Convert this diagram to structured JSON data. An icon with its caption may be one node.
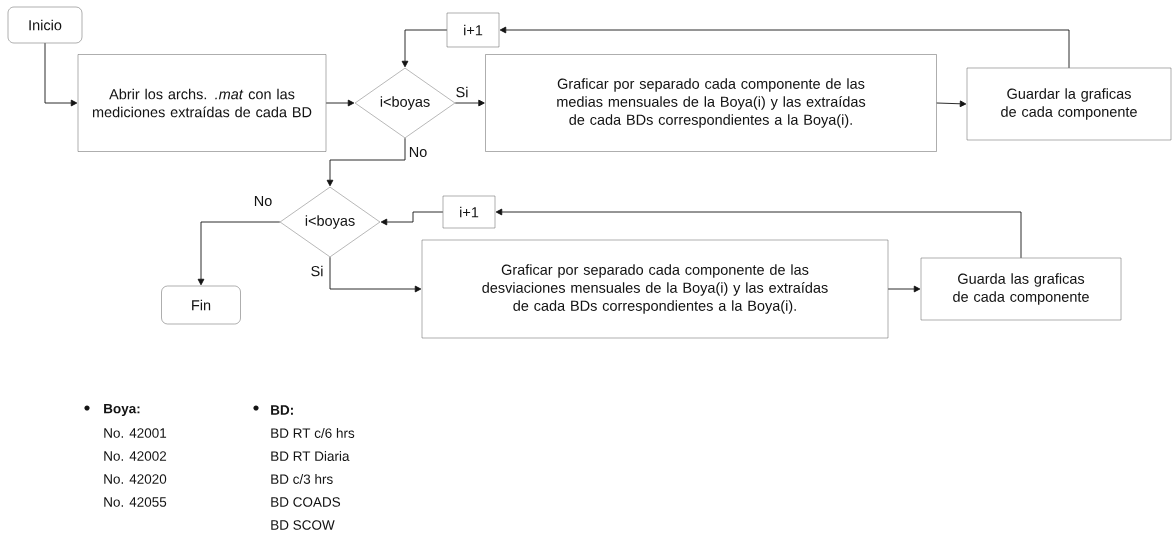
{
  "diagram": {
    "nodes": [
      {
        "text": [
          "Inicio"
        ]
      },
      {
        "text": [
          "Abrir los archs. *.mat* con las mediciones extraídas de cada BD"
        ]
      },
      {
        "text": [
          "i<boyas"
        ]
      },
      {
        "text": [
          "i+1"
        ]
      },
      {
        "text": [
          "Graficar por separado cada componente de las medias mensuales de la Boya(i) y las extraídas de cada BDs correspondientes a la Boya(i)."
        ]
      },
      {
        "text": [
          "Guardar la graficas de cada componente"
        ]
      },
      {
        "text": [
          "i<boyas"
        ]
      },
      {
        "text": [
          "i+1"
        ]
      },
      {
        "text": [
          "Fin"
        ]
      },
      {
        "text": [
          "Graficar por separado cada componente de las desviaciones mensuales de la Boya(i) y las extraídas de cada BDs correspondientes a la Boya(i)."
        ]
      },
      {
        "text": [
          "Guarda las graficas de cada componente"
        ]
      }
    ],
    "edges": [
      {
        "from": 0,
        "to": 1,
        "arrow": "to"
      },
      {
        "from": 1,
        "to": 2,
        "arrow": "to"
      },
      {
        "from": 2,
        "to": 4,
        "arrow": "to",
        "label": "Si"
      },
      {
        "from": 4,
        "to": 5,
        "arrow": "to"
      },
      {
        "from": 5,
        "to": 3,
        "arrow": "to"
      },
      {
        "from": 3,
        "to": 2,
        "arrow": "to"
      },
      {
        "from": 2,
        "to": 6,
        "arrow": "to",
        "label": "No"
      },
      {
        "from": 6,
        "to": 8,
        "arrow": "to",
        "label": "No"
      },
      {
        "from": 6,
        "to": 9,
        "arrow": "to",
        "label": "Si"
      },
      {
        "from": 9,
        "to": 10,
        "arrow": "to"
      },
      {
        "from": 10,
        "to": 7,
        "arrow": "to"
      },
      {
        "from": 7,
        "to": 6,
        "arrow": "to"
      }
    ],
    "labels": [
      "Boya:",
      "No. 42001",
      "No. 42002",
      "No. 42020",
      "No. 42055",
      "BD:",
      "BD RT c/6 hrs",
      "BD RT Diaria",
      "BD c/3 hrs",
      "BD COADS",
      "BD SCOW"
    ]
  }
}
